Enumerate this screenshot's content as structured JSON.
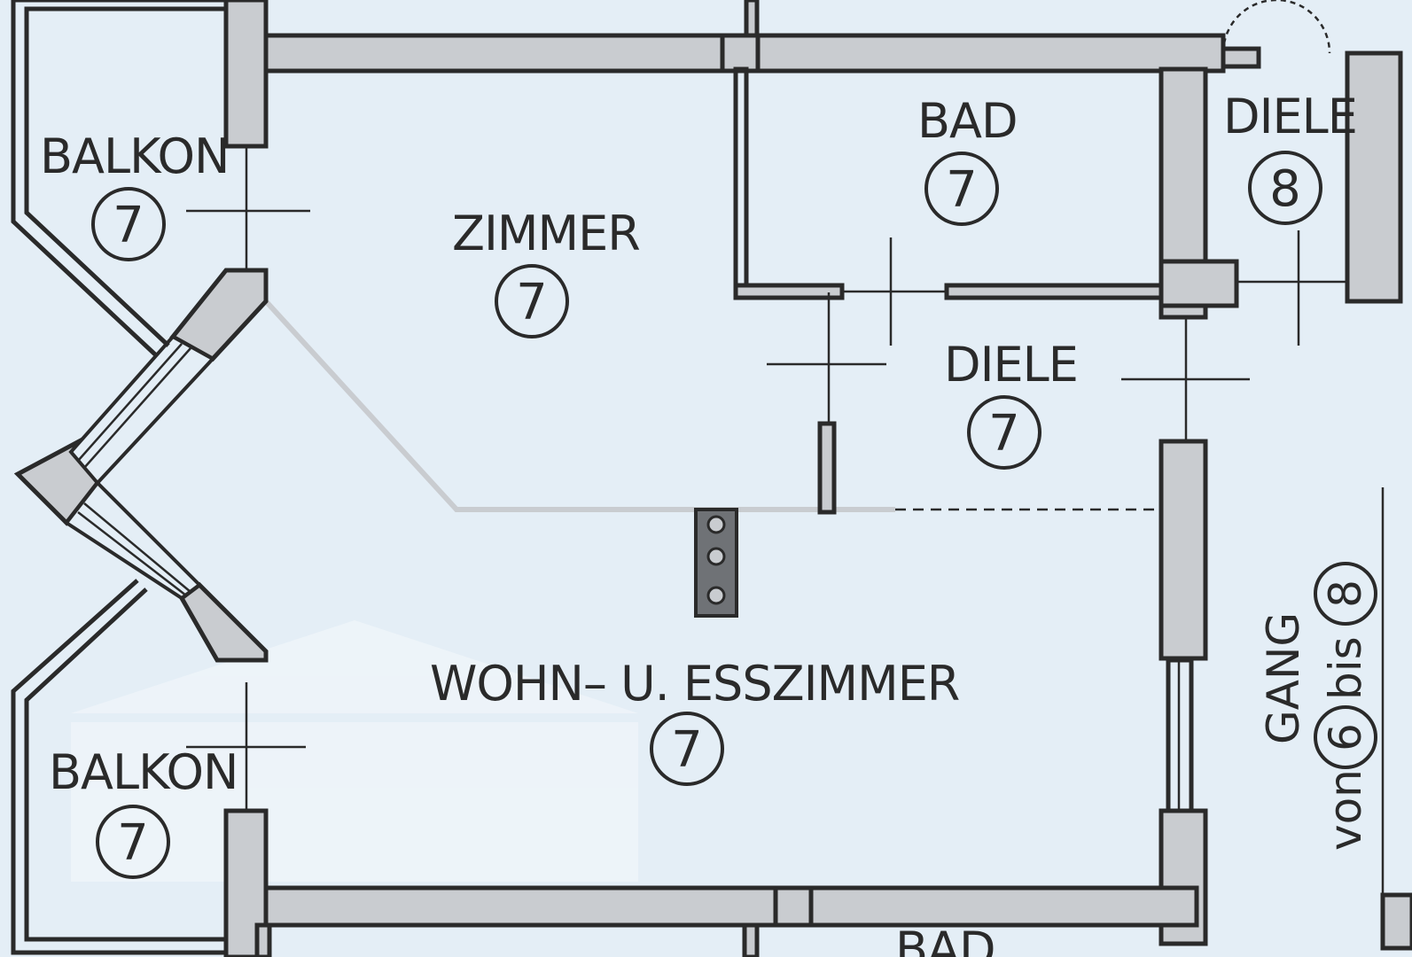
{
  "rooms": {
    "balkon_top": {
      "label": "BALKON",
      "number": "7"
    },
    "zimmer": {
      "label": "ZIMMER",
      "number": "7"
    },
    "bad_top": {
      "label": "BAD",
      "number": "7"
    },
    "diele_right": {
      "label": "DIELE",
      "number": "8"
    },
    "diele_center": {
      "label": "DIELE",
      "number": "7"
    },
    "wohn": {
      "label": "WOHN– U. ESSZIMMER",
      "number": "7"
    },
    "balkon_bottom": {
      "label": "BALKON",
      "number": "7"
    },
    "bad_bottom": {
      "label": "BAD"
    }
  },
  "gang": {
    "word": "GANG",
    "prefix": "von",
    "from": "6",
    "middle": "bis",
    "to": "8"
  },
  "colors": {
    "background": "#e4eef6",
    "wall_fill": "#c9ccd0",
    "line": "#2a2a2a"
  }
}
